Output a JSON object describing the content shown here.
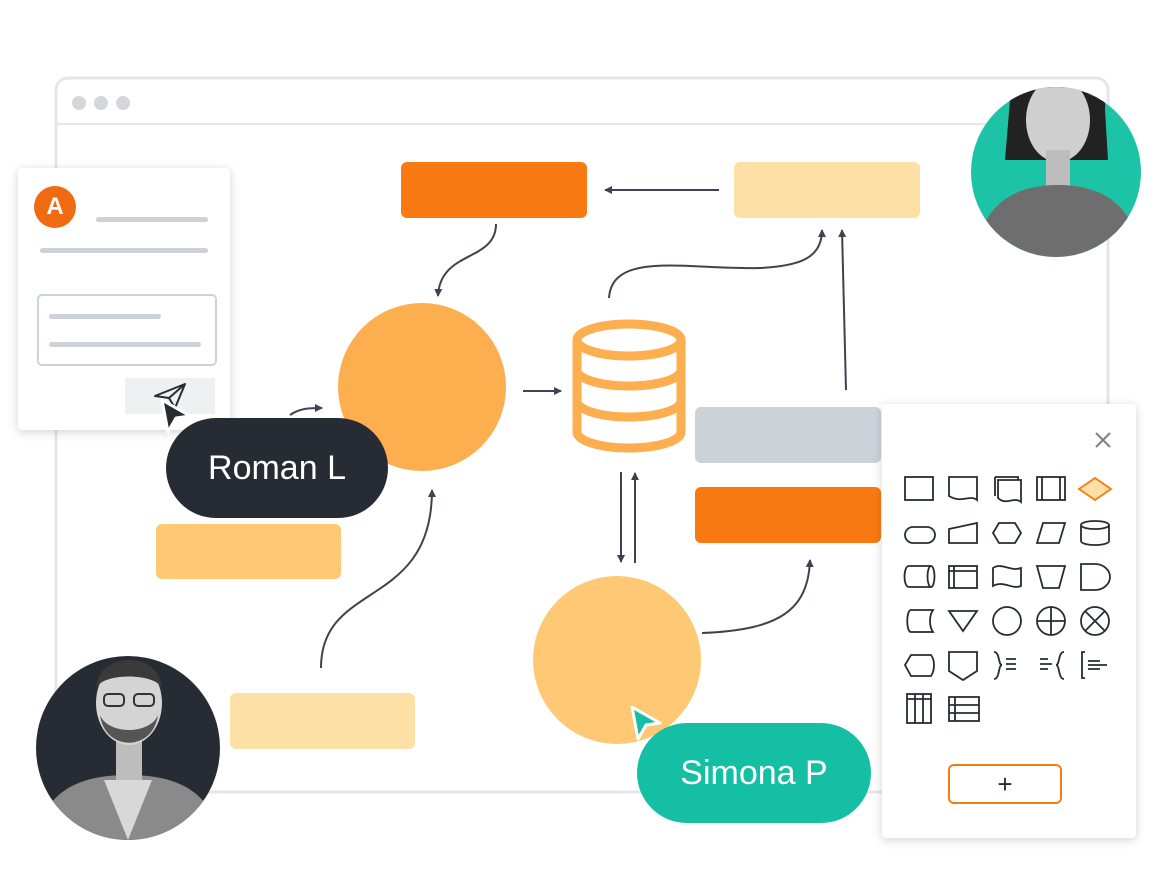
{
  "colors": {
    "orange": "#f97a12",
    "light_orange": "#fde0a6",
    "mid_orange": "#fdae4f",
    "pale_orange": "#fec875",
    "gray_box": "#cdd2d9",
    "dark": "#272b33",
    "teal": "#14bfa4",
    "arrow": "#3d4450"
  },
  "chat_card": {
    "avatar_letter": "A",
    "send_icon": "paper-plane-icon"
  },
  "collaborators": [
    {
      "name": "Roman L",
      "color": "#272b33"
    },
    {
      "name": "Simona P",
      "color": "#14bfa4"
    }
  ],
  "shape_panel": {
    "close_icon": "close-icon",
    "shapes": [
      "rectangle",
      "document",
      "multi-document",
      "predefined-process",
      "decision",
      "terminator",
      "manual-input",
      "preparation",
      "data",
      "database",
      "direct-access-storage",
      "internal-storage",
      "tape",
      "manual-operation",
      "delay",
      "stored-data",
      "merge",
      "connector",
      "or",
      "summing-junction",
      "display",
      "off-page-connector",
      "annotation-right",
      "annotation-left",
      "annotation-bracket",
      "vertical-table",
      "horizontal-table"
    ],
    "add_label": "+"
  }
}
